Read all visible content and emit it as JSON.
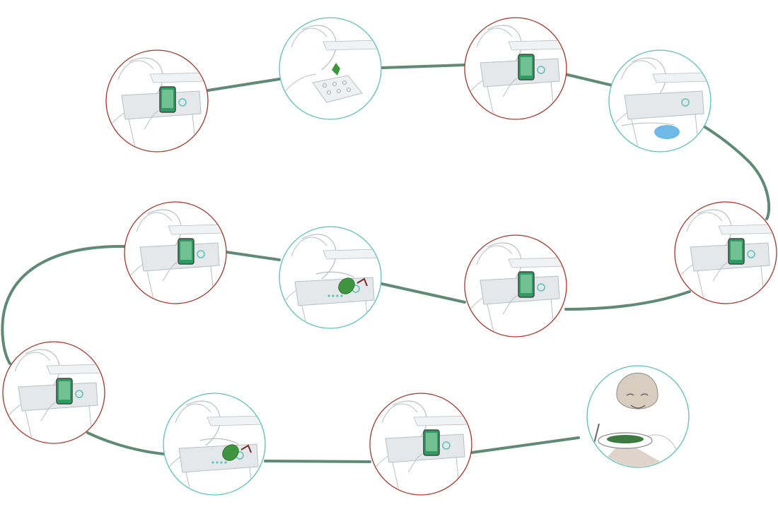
{
  "diagram": {
    "path_color": "#5f8a78",
    "colors": {
      "phone_step_border": "#a8352c",
      "hand_step_border": "#5cc2b3",
      "sketch_line": "#b9bec0",
      "appliance": "#e4e8ea",
      "phone_green": "#2f9a62",
      "herb_green": "#3f9440",
      "hand_blue": "#4aa8de",
      "plate": "#ffffff",
      "skin": "#d9cdbf"
    },
    "steps": [
      {
        "id": 1,
        "kind": "phone"
      },
      {
        "id": 2,
        "kind": "hand-tray"
      },
      {
        "id": 3,
        "kind": "phone"
      },
      {
        "id": 4,
        "kind": "hand-knob"
      },
      {
        "id": 5,
        "kind": "phone"
      },
      {
        "id": 6,
        "kind": "phone"
      },
      {
        "id": 7,
        "kind": "hand-herb"
      },
      {
        "id": 8,
        "kind": "phone"
      },
      {
        "id": 9,
        "kind": "phone"
      },
      {
        "id": 10,
        "kind": "hand-herb"
      },
      {
        "id": 11,
        "kind": "phone"
      },
      {
        "id": 12,
        "kind": "result-salad"
      }
    ]
  }
}
